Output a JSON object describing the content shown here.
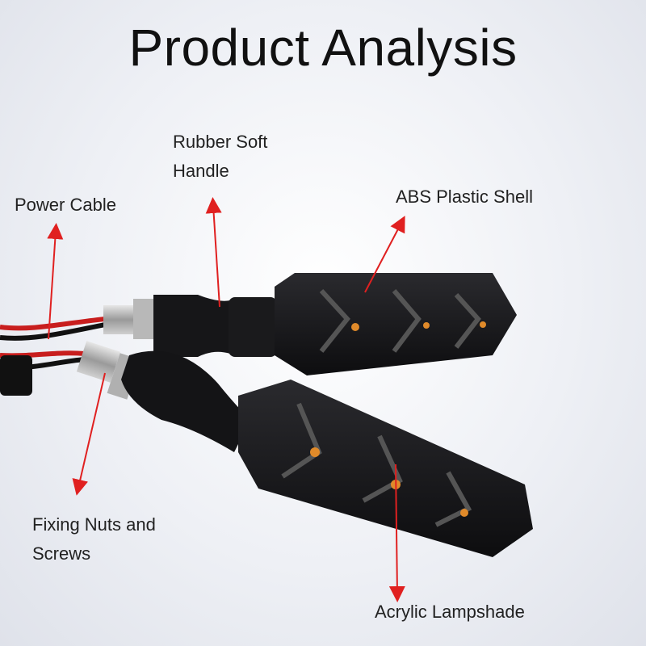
{
  "title": "Product Analysis",
  "labels": {
    "power_cable": "Power Cable",
    "rubber_line1": "Rubber Soft",
    "rubber_line2": "Handle",
    "abs_shell": "ABS Plastic Shell",
    "fixing_line1": "Fixing Nuts and",
    "fixing_line2": "Screws",
    "acrylic": "Acrylic Lampshade"
  },
  "colors": {
    "arrow": "#e02020",
    "shell": "#1b1b1d",
    "led": "#e08a2a",
    "cable_red": "#c81e1e"
  }
}
